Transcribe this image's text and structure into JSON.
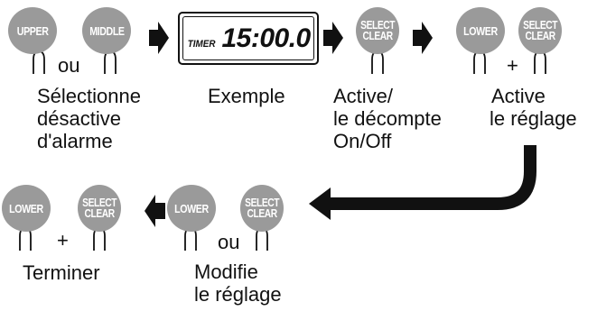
{
  "top_row": {
    "step1": {
      "button_a": "UPPER",
      "connector": "ou",
      "button_b": "MIDDLE",
      "caption": [
        "Sélectionne",
        "désactive",
        "d'alarme"
      ]
    },
    "display": {
      "mode": "TIMER",
      "time": "15:00.0",
      "caption": "Exemple"
    },
    "step3": {
      "button_line1": "SELECT",
      "button_line2": "CLEAR",
      "caption": [
        "Active/",
        "le décompte",
        "On/Off"
      ]
    },
    "step4": {
      "button_a": "LOWER",
      "connector": "+",
      "button_b_line1": "SELECT",
      "button_b_line2": "CLEAR",
      "caption": [
        "Active",
        "le réglage"
      ]
    }
  },
  "bottom_row": {
    "step5": {
      "button_a": "LOWER",
      "connector": "ou",
      "button_b_line1": "SELECT",
      "button_b_line2": "CLEAR",
      "caption": [
        "Modifie",
        "le réglage"
      ]
    },
    "step6": {
      "button_a": "LOWER",
      "connector": "+",
      "button_b_line1": "SELECT",
      "button_b_line2": "CLEAR",
      "caption": [
        "Terminer"
      ]
    }
  },
  "colors": {
    "button_fill": "#9a9a9a",
    "button_text": "#ffffff",
    "ink": "#111111"
  }
}
